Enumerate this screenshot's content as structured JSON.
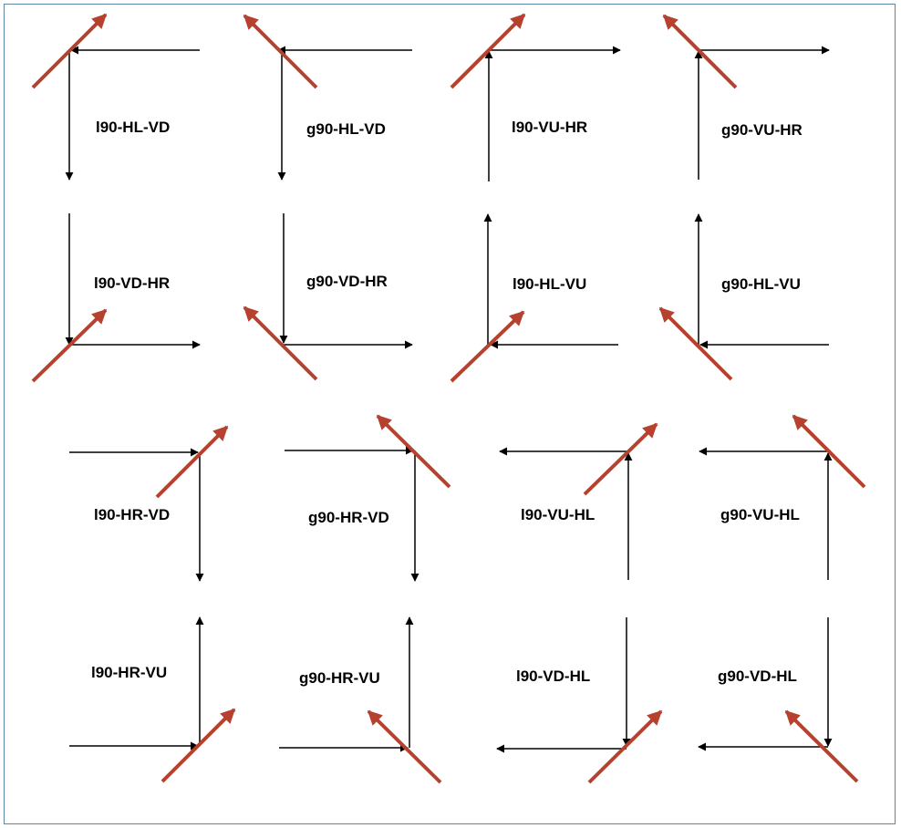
{
  "colors": {
    "black_arrow": "#000000",
    "red_arrow": "#b5412e",
    "border": "#5a87a8"
  },
  "cells": [
    {
      "label": "l90-HL-VD"
    },
    {
      "label": "g90-HL-VD"
    },
    {
      "label": "l90-VU-HR"
    },
    {
      "label": "g90-VU-HR"
    },
    {
      "label": "l90-VD-HR"
    },
    {
      "label": "g90-VD-HR"
    },
    {
      "label": "l90-HL-VU"
    },
    {
      "label": "g90-HL-VU"
    },
    {
      "label": "l90-HR-VD"
    },
    {
      "label": "g90-HR-VD"
    },
    {
      "label": "l90-VU-HL"
    },
    {
      "label": "g90-VU-HL"
    },
    {
      "label": "l90-HR-VU"
    },
    {
      "label": "g90-HR-VU"
    },
    {
      "label": "l90-VD-HL"
    },
    {
      "label": "g90-VD-HL"
    }
  ]
}
